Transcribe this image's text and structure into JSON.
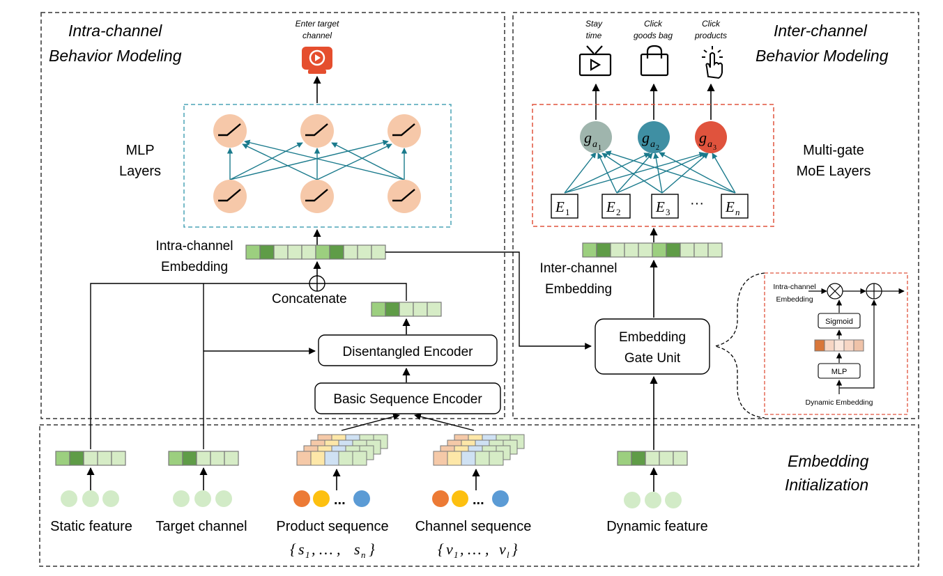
{
  "intra": {
    "title_line1": "Intra-channel",
    "title_line2": "Behavior Modeling",
    "target_line1": "Enter target",
    "target_line2": "channel",
    "mlp_line1": "MLP",
    "mlp_line2": "Layers",
    "emb_line1": "Intra-channel",
    "emb_line2": "Embedding",
    "concatenate": "Concatenate",
    "disentangled": "Disentangled Encoder",
    "basic": "Basic Sequence  Encoder"
  },
  "inter": {
    "title_line1": "Inter-channel",
    "title_line2": "Behavior Modeling",
    "tasks": [
      {
        "line1": "Stay",
        "line2": "time",
        "icon": "tv-icon"
      },
      {
        "line1": "Click",
        "line2": "goods bag",
        "icon": "shopping-bag-icon"
      },
      {
        "line1": "Click",
        "line2": "products",
        "icon": "click-hand-icon"
      }
    ],
    "gates": [
      {
        "g": "g",
        "sub": "a",
        "subsub": "1",
        "color": "#9fb5ad"
      },
      {
        "g": "g",
        "sub": "a",
        "subsub": "2",
        "color": "#3f8fa3"
      },
      {
        "g": "g",
        "sub": "a",
        "subsub": "3",
        "color": "#e0533d"
      }
    ],
    "experts": [
      {
        "e": "E",
        "sub": "1"
      },
      {
        "e": "E",
        "sub": "2"
      },
      {
        "e": "E",
        "sub": "3"
      },
      {
        "e": "E",
        "sub": "n"
      }
    ],
    "ellipsis": "···",
    "moe_line1": "Multi-gate",
    "moe_line2": "MoE Layers",
    "emb_line1": "Inter-channel",
    "emb_line2": "Embedding",
    "gate_line1": "Embedding",
    "gate_line2": "Gate Unit"
  },
  "detail": {
    "intra_line1": "Intra-channel",
    "intra_line2": "Embedding",
    "sigmoid": "Sigmoid",
    "mlp": "MLP",
    "dynamic": "Dynamic Embedding"
  },
  "init": {
    "title_line1": "Embedding",
    "title_line2": "Initialization",
    "static": "Static feature",
    "target": "Target channel",
    "product": "Product sequence",
    "product_set": "{s1, … , sn}",
    "channel": "Channel  sequence",
    "channel_set": "{v1, … , vl}",
    "dynamic": "Dynamic feature"
  },
  "colors": {
    "embed_light": "#d6ecc6",
    "embed_mid": "#9ccf7f",
    "embed_dark": "#5f9c47",
    "neuron": "#f6c8a9",
    "arrow_teal": "#1a7a8c",
    "gate_box": "#e0533d",
    "mlp_box": "#4aa3b5",
    "orange": "#ec7a35",
    "yellow": "#fdc010",
    "blue": "#5b9bd5",
    "red_icon": "#e54e2e"
  }
}
